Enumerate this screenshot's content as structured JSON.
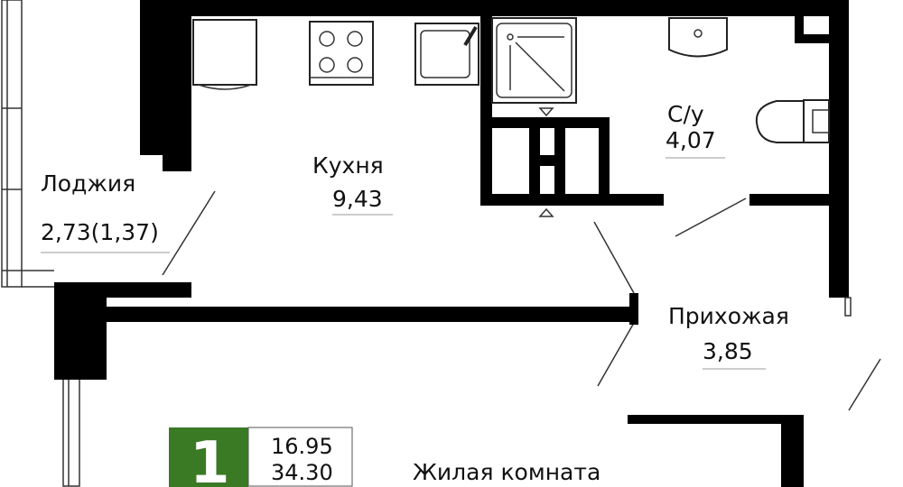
{
  "rooms": {
    "loggia": {
      "name": "Лоджия",
      "area": "2,73(1,37)"
    },
    "kitchen": {
      "name": "Кухня",
      "area": "9,43"
    },
    "bathroom": {
      "name": "С/у",
      "area": "4,07"
    },
    "hallway": {
      "name": "Прихожая",
      "area": "3,85"
    },
    "living": {
      "name": "Жилая комната"
    }
  },
  "badge": {
    "rooms_count": "1",
    "living_area": "16.95",
    "total_area": "34.30",
    "color": "#3a7a24"
  }
}
